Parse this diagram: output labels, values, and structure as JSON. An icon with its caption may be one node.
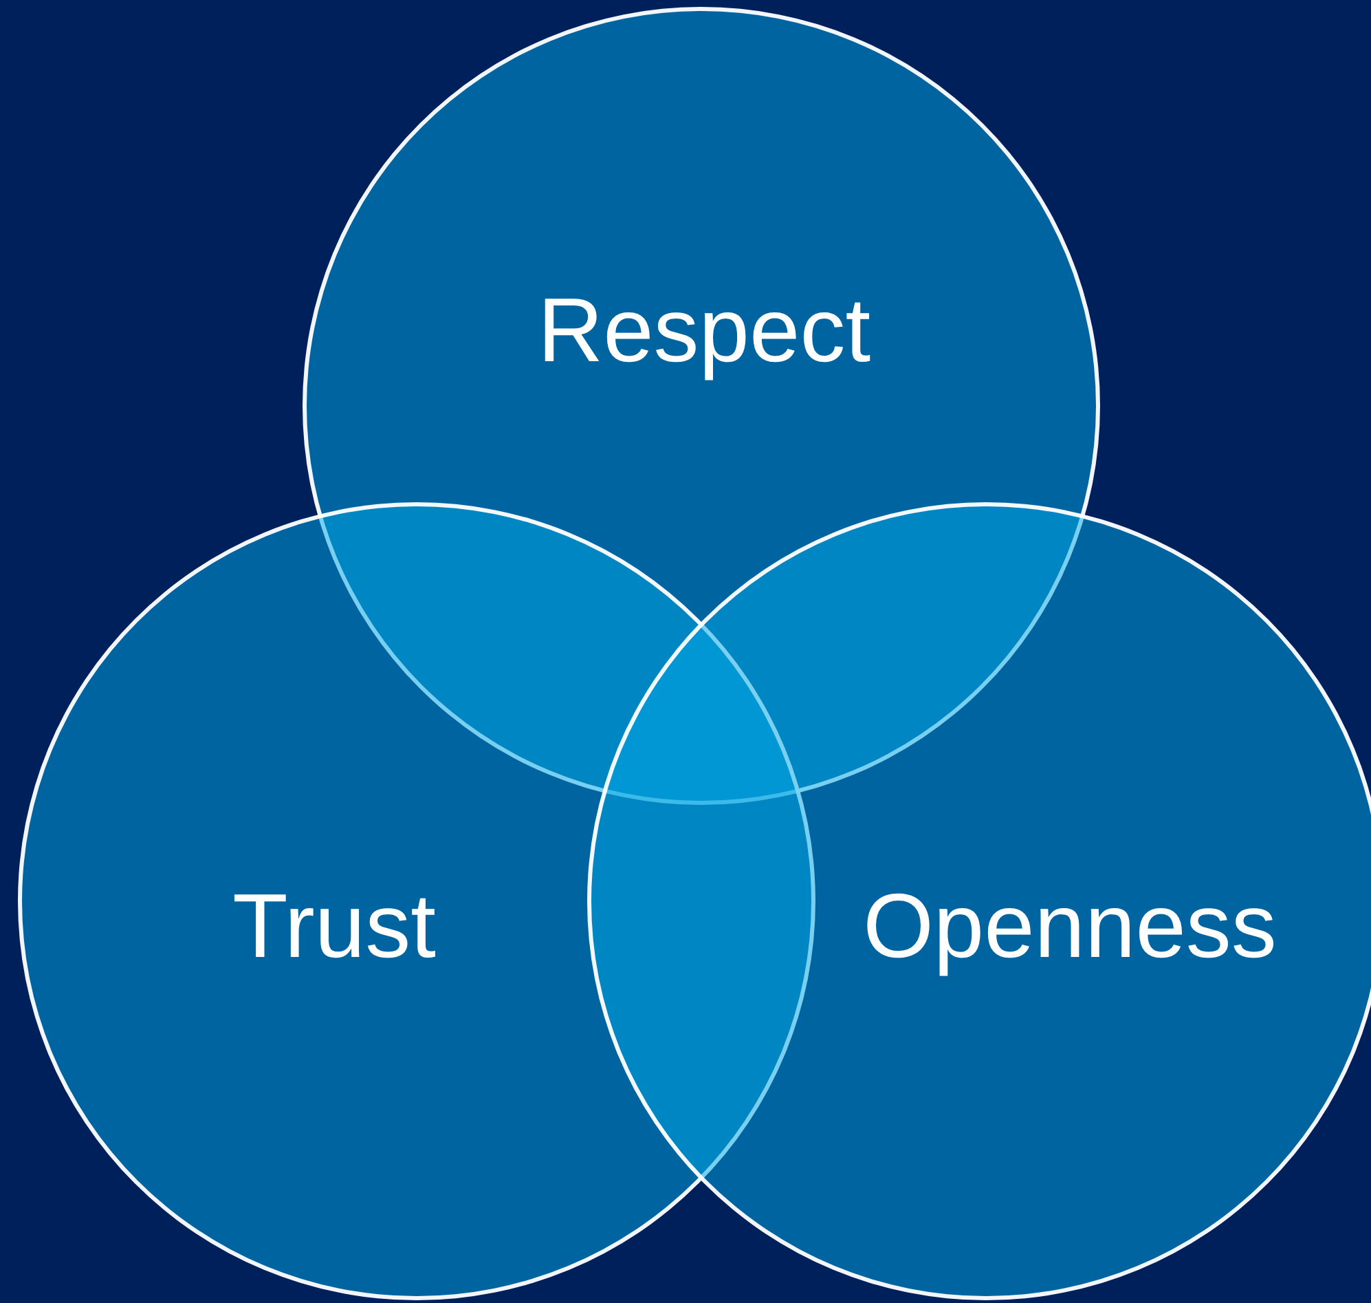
{
  "diagram": {
    "nodes": [
      {
        "text": [
          "Respect"
        ]
      },
      {
        "text": [
          "Trust"
        ]
      },
      {
        "text": [
          "Openness"
        ]
      }
    ]
  }
}
